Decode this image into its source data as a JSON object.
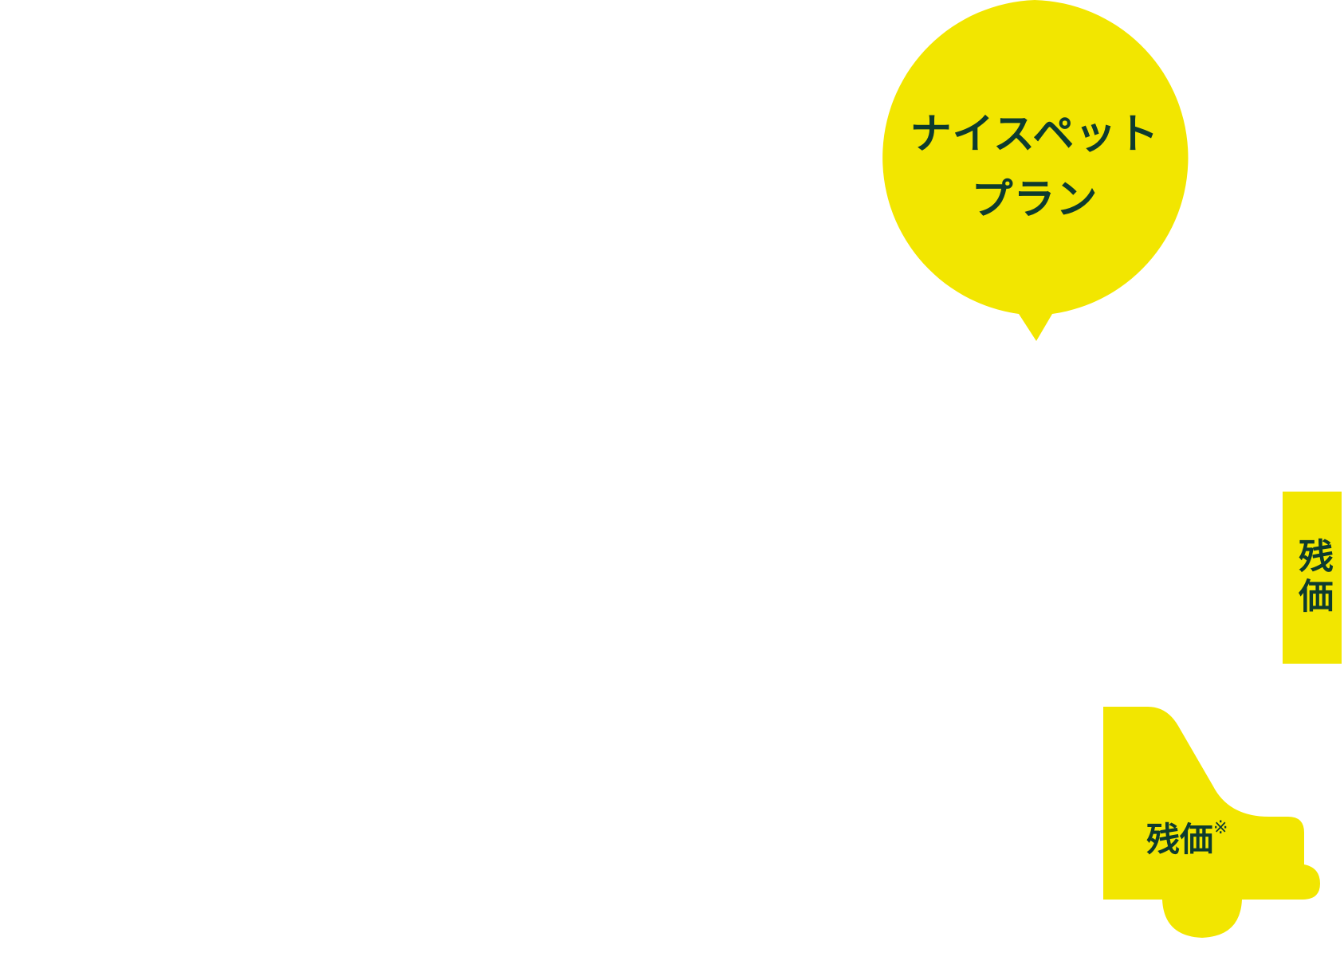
{
  "colors": {
    "accent": "#f2e600",
    "text": "#0d3b2e",
    "background": "#ffffff"
  },
  "bubble": {
    "line1": "ナイスペット",
    "line2": "プラン"
  },
  "vertical_tag": {
    "label": "残価"
  },
  "car": {
    "label": "残価",
    "note_mark": "※"
  }
}
